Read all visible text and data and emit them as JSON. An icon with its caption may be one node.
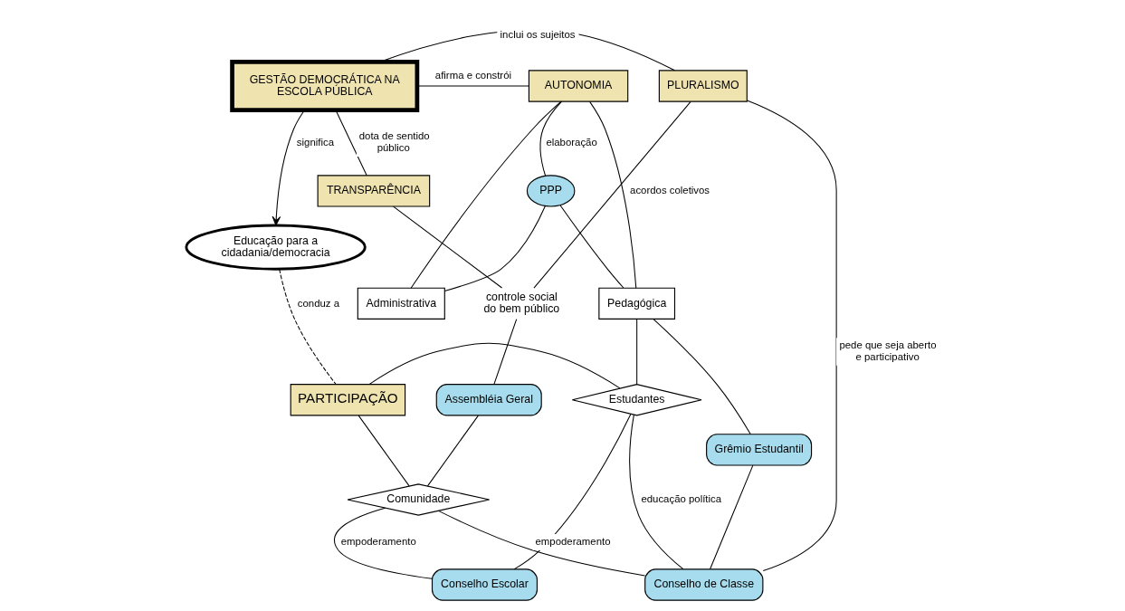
{
  "diagram": {
    "nodes": [
      {
        "text": [
          "GESTÃO DEMOCRÁTICA NA ESCOLA PÚBLICA"
        ]
      },
      {
        "text": [
          "PLURALISMO"
        ]
      },
      {
        "text": [
          "AUTONOMIA"
        ]
      },
      {
        "text": [
          "TRANSPARÊNCIA"
        ]
      },
      {
        "text": [
          "PPP"
        ]
      },
      {
        "text": [
          "Administrativa"
        ]
      },
      {
        "text": [
          "Pedagógica"
        ]
      },
      {
        "text": [
          "Educação para a cidadania/democracia"
        ]
      },
      {
        "text": [
          "controle social do bem público"
        ]
      },
      {
        "text": [
          "Assembléia Geral"
        ]
      },
      {
        "text": [
          "Grêmio Estudantil"
        ]
      },
      {
        "text": [
          "PARTICIPAÇÃO"
        ]
      },
      {
        "text": [
          "Estudantes"
        ]
      },
      {
        "text": [
          "Comunidade"
        ]
      },
      {
        "text": [
          "Conselho de Classe"
        ]
      },
      {
        "text": [
          "Conselho Escolar"
        ]
      }
    ],
    "edges": [
      {
        "from": 0,
        "to": 1,
        "arrow": "none",
        "label": "inclui os sujeitos"
      },
      {
        "from": 0,
        "to": 2,
        "arrow": "none",
        "label": "afirma e constrói"
      },
      {
        "from": 0,
        "to": 3,
        "arrow": "none",
        "label": "dota de sentido público"
      },
      {
        "from": 0,
        "to": 7,
        "arrow": "to",
        "label": "significa"
      },
      {
        "from": 2,
        "to": 4,
        "arrow": "none",
        "label": "elaboração"
      },
      {
        "from": 2,
        "to": 5,
        "arrow": "none"
      },
      {
        "from": 2,
        "to": 6,
        "arrow": "none"
      },
      {
        "from": 4,
        "to": 5,
        "arrow": "none"
      },
      {
        "from": 4,
        "to": 6,
        "arrow": "none"
      },
      {
        "from": 1,
        "to": 8,
        "arrow": "none",
        "label": "acordos coletivos"
      },
      {
        "from": 3,
        "to": 8,
        "arrow": "none"
      },
      {
        "from": 8,
        "to": 9,
        "arrow": "none"
      },
      {
        "from": 1,
        "to": 14,
        "arrow": "none",
        "label": "pede que seja aberto e participativo"
      },
      {
        "from": 7,
        "to": 11,
        "arrow": "none",
        "label": "conduz a",
        "style": "dashed"
      },
      {
        "from": 6,
        "to": 12,
        "arrow": "none"
      },
      {
        "from": 6,
        "to": 10,
        "arrow": "none"
      },
      {
        "from": 10,
        "to": 14,
        "arrow": "none"
      },
      {
        "from": 12,
        "to": 14,
        "arrow": "none",
        "label": "educação política"
      },
      {
        "from": 11,
        "to": 12,
        "arrow": "none"
      },
      {
        "from": 11,
        "to": 13,
        "arrow": "none"
      },
      {
        "from": 9,
        "to": 13,
        "arrow": "none"
      },
      {
        "from": 13,
        "to": 14,
        "arrow": "none",
        "label": "empoderamento"
      },
      {
        "from": 13,
        "to": 15,
        "arrow": "none",
        "label": "empoderamento"
      },
      {
        "from": 12,
        "to": 15,
        "arrow": "none"
      }
    ]
  }
}
